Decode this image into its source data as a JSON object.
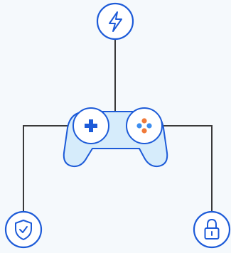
{
  "diagram": {
    "nodes": [
      {
        "id": "power",
        "icon": "lightning-icon"
      },
      {
        "id": "controller",
        "icon": "gamepad-icon"
      },
      {
        "id": "security",
        "icon": "shield-check-icon"
      },
      {
        "id": "lock",
        "icon": "padlock-icon"
      }
    ],
    "edges": [
      {
        "from": "controller",
        "to": "power"
      },
      {
        "from": "controller",
        "to": "security"
      },
      {
        "from": "controller",
        "to": "lock"
      }
    ]
  },
  "colors": {
    "background": "#f5f9fc",
    "stroke": "#1d5bd8",
    "connector": "#3a3a3a",
    "circle_fill": "#ffffff",
    "controller_fill": "#d6ecfb",
    "button_orange": "#f07a3a",
    "button_blue": "#3d8ef0"
  }
}
